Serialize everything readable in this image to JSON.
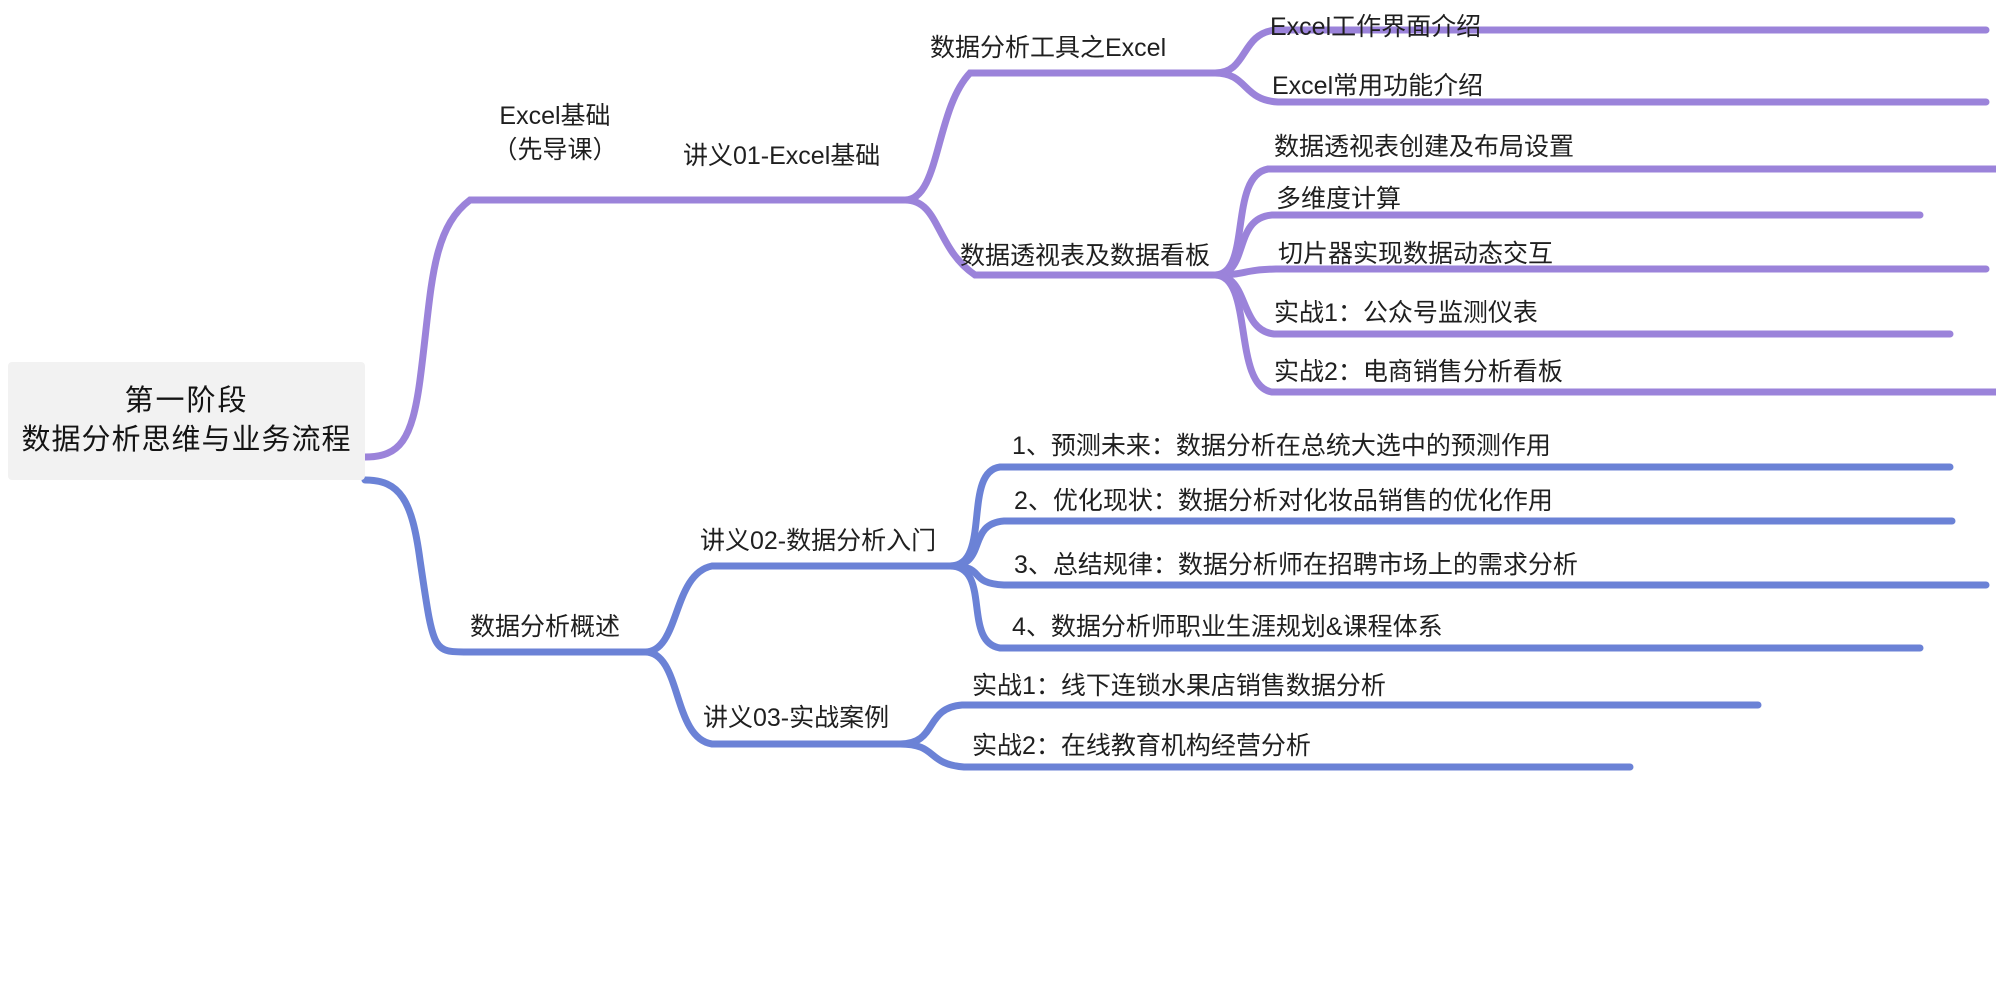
{
  "colors": {
    "purple": "#9b83da",
    "blue": "#6b82d6",
    "root_bg": "#f2f2f2",
    "text": "#1f1f1f",
    "background": "#ffffff"
  },
  "root": {
    "line1": "第一阶段",
    "line2": "数据分析思维与业务流程"
  },
  "branches": {
    "excel": {
      "label_line1": "Excel基础",
      "label_line2": "（先导课）",
      "child_label": "讲义01-Excel基础",
      "groups": [
        {
          "label": "数据分析工具之Excel",
          "leaves": [
            "Excel工作界面介绍",
            "Excel常用功能介绍"
          ]
        },
        {
          "label": "数据透视表及数据看板",
          "leaves": [
            "数据透视表创建及布局设置",
            "多维度计算",
            "切片器实现数据动态交互",
            "实战1：公众号监测仪表",
            "实战2：电商销售分析看板"
          ]
        }
      ]
    },
    "overview": {
      "label": "数据分析概述",
      "groups": [
        {
          "label": "讲义02-数据分析入门",
          "leaves": [
            "1、预测未来：数据分析在总统大选中的预测作用",
            "2、优化现状：数据分析对化妆品销售的优化作用",
            "3、总结规律：数据分析师在招聘市场上的需求分析",
            "4、数据分析师职业生涯规划&课程体系"
          ]
        },
        {
          "label": "讲义03-实战案例",
          "leaves": [
            "实战1：线下连锁水果店销售数据分析",
            "实战2：在线教育机构经营分析"
          ]
        }
      ]
    }
  }
}
